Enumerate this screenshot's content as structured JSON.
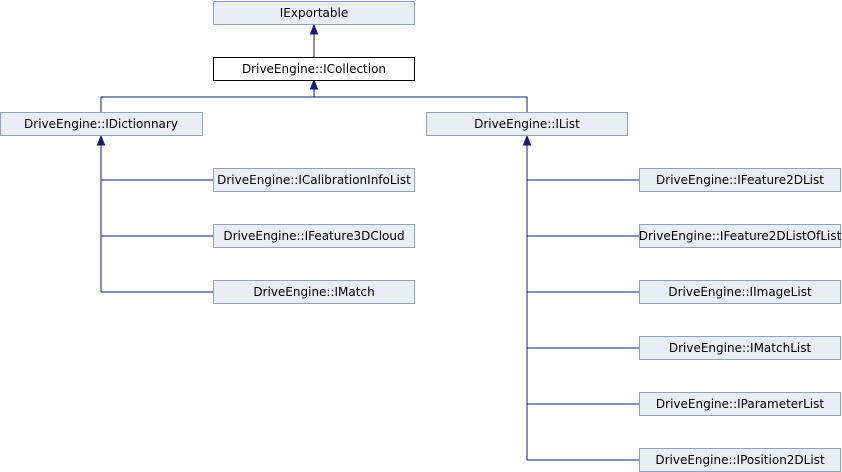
{
  "colors": {
    "node_fill": "#e8edf6",
    "node_border": "#8ea2c9",
    "current_fill": "#ffffff",
    "current_border": "#000000",
    "edge": "#191970"
  },
  "nodes": {
    "iexportable": "IExportable",
    "icollection": "DriveEngine::ICollection",
    "idictionnary": "DriveEngine::IDictionnary",
    "ilist": "DriveEngine::IList",
    "icalibrationinfolist": "DriveEngine::ICalibrationInfoList",
    "ifeature3dcloud": "DriveEngine::IFeature3DCloud",
    "imatch": "DriveEngine::IMatch",
    "ifeature2dlist": "DriveEngine::IFeature2DList",
    "ifeature2dlistoflist": "DriveEngine::IFeature2DListOfList",
    "iimagelist": "DriveEngine::IImageList",
    "imatchlist": "DriveEngine::IMatchList",
    "iparameterlist": "DriveEngine::IParameterList",
    "iposition2dlist": "DriveEngine::IPosition2DList"
  }
}
